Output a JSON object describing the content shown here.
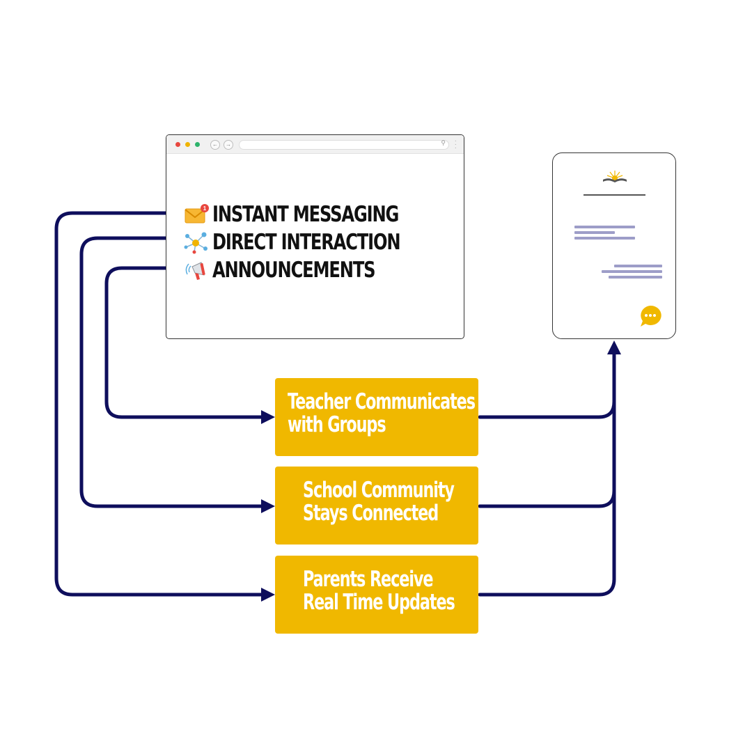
{
  "colors": {
    "connector": "#0e0e5c",
    "step_fill": "#f0b800",
    "step_text": "#ffffff",
    "message_line": "#9d9dc8",
    "accent": "#f0b800"
  },
  "features": [
    {
      "icon": "envelope-notification-icon",
      "label": "INSTANT MESSAGING"
    },
    {
      "icon": "network-nodes-icon",
      "label": "DIRECT INTERACTION"
    },
    {
      "icon": "megaphone-icon",
      "label": "ANNOUNCEMENTS"
    }
  ],
  "steps": [
    {
      "line1": "Teacher Communicates",
      "line2": "with Groups"
    },
    {
      "line1": "School Community",
      "line2": "Stays Connected"
    },
    {
      "line1": "Parents Receive",
      "line2": "Real Time Updates"
    }
  ],
  "phone": {
    "logo_icon": "open-book-sunrise-icon",
    "chat_icon": "chat-bubble-icon"
  }
}
